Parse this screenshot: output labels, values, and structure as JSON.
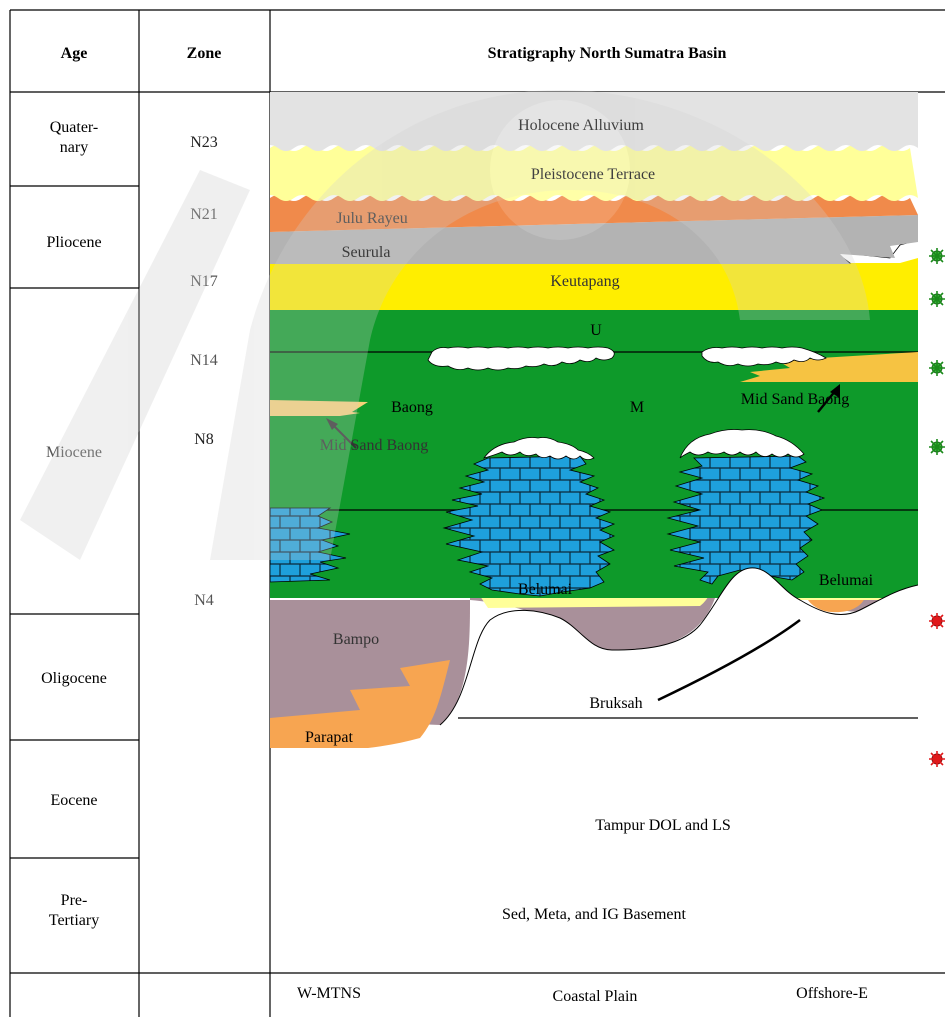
{
  "header": {
    "age": "Age",
    "zone": "Zone",
    "title": "Stratigraphy North Sumatra Basin"
  },
  "ages": [
    {
      "label": "Quater-",
      "label2": "nary"
    },
    {
      "label": "Pliocene"
    },
    {
      "label": "Miocene"
    },
    {
      "label": "Oligocene"
    },
    {
      "label": "Eocene"
    },
    {
      "label": "Pre-",
      "label2": "Tertiary"
    }
  ],
  "zones": [
    "N23",
    "N21",
    "N17",
    "N14",
    "N8",
    "N4"
  ],
  "formations": {
    "holocene": "Holocene Alluvium",
    "pleistocene": "Pleistocene Terrace",
    "julu_rayeu": "Julu Rayeu",
    "seurula": "Seurula",
    "keutapang": "Keutapang",
    "upper": "U",
    "middle": "M",
    "baong": "Baong",
    "mid_sand_baong_west": "Mid Sand Baong",
    "mid_sand_baong_east": "Mid Sand Baong",
    "belumai_center": "Belumai",
    "belumai_east": "Belumai",
    "bampo": "Bampo",
    "bruksah": "Bruksah",
    "parapat": "Parapat",
    "tampur": "Tampur DOL and LS",
    "basement": "Sed, Meta, and IG Basement"
  },
  "footer": {
    "west": "W-MTNS",
    "center": "Coastal Plain",
    "east": "Offshore-E"
  },
  "colors": {
    "alluvium": "#e3e3e3",
    "terrace": "#ffff99",
    "julu_rayeu": "#f08a4b",
    "seurula": "#b3b3b3",
    "keutapang": "#ffee00",
    "baong": "#0e9a2a",
    "mid_sand": "#f6c342",
    "carbonate": "#1ea0dc",
    "belumai": "#ffff99",
    "bampo": "#a9909a",
    "parapat": "#f7a551",
    "tampur": "#a55285",
    "basement": "#e2332a",
    "source_green": "#1b8a1b",
    "source_red": "#e0191b"
  },
  "indicators": [
    {
      "color": "green"
    },
    {
      "color": "green"
    },
    {
      "color": "green"
    },
    {
      "color": "green"
    },
    {
      "color": "red"
    },
    {
      "color": "red"
    }
  ]
}
